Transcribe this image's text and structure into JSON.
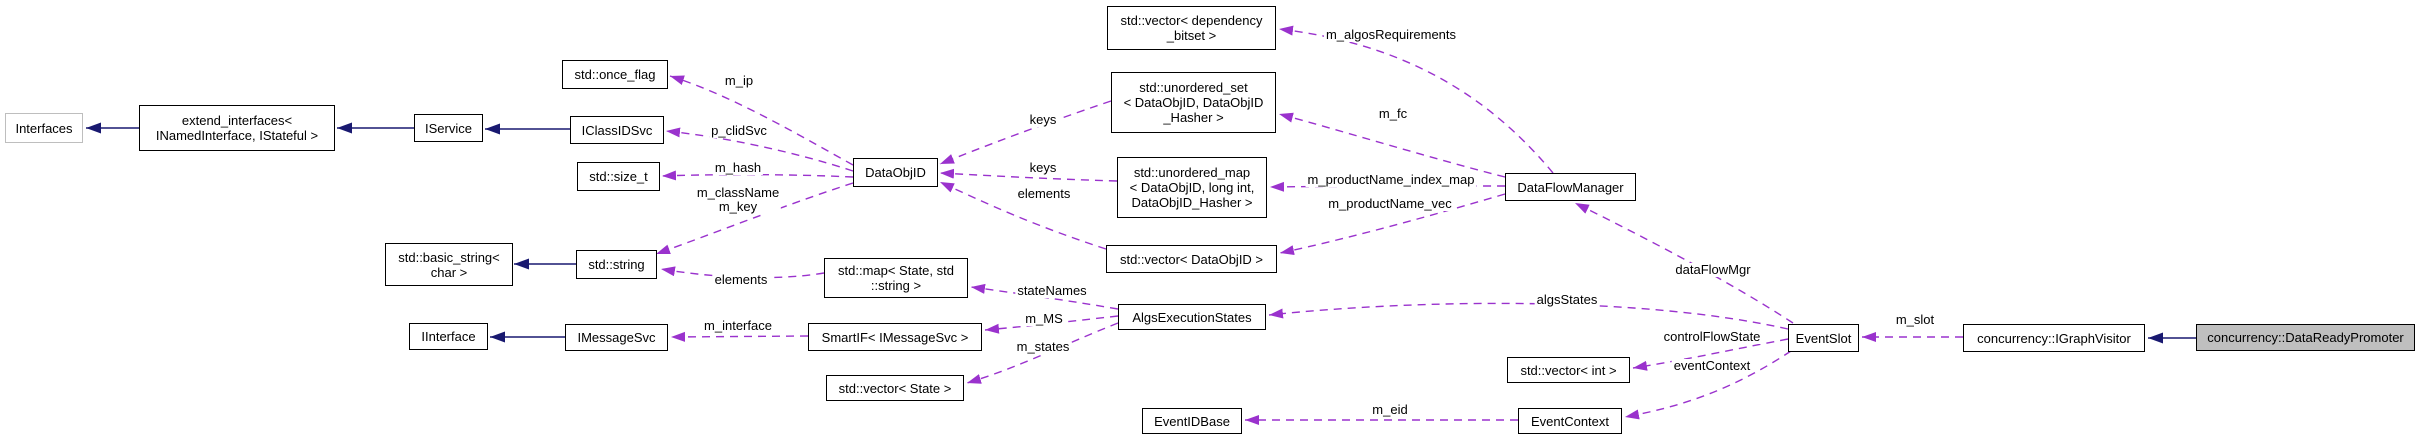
{
  "diagram": {
    "kind": "collaboration-graph",
    "colors": {
      "background": "#ffffff",
      "inheritance": "#191970",
      "usage": "#9a32cd",
      "node_border": "#000000",
      "node_fill": "#ffffff",
      "truncated_border": "#bebebe",
      "highlight_fill": "#bfbfbf",
      "text": "#000000"
    },
    "nodes": [
      {
        "id": "interfaces",
        "label": "Interfaces",
        "type": "truncated"
      },
      {
        "id": "extend-interfaces",
        "label": "extend_interfaces<\nINamedInterface, IStateful >"
      },
      {
        "id": "iservice",
        "label": "IService"
      },
      {
        "id": "std-once-flag",
        "label": "std::once_flag"
      },
      {
        "id": "iclassidsvc",
        "label": "IClassIDSvc"
      },
      {
        "id": "std-size-t",
        "label": "std::size_t"
      },
      {
        "id": "std-basic-string",
        "label": "std::basic_string<\nchar >"
      },
      {
        "id": "std-string",
        "label": "std::string"
      },
      {
        "id": "dataobjid",
        "label": "DataObjID"
      },
      {
        "id": "std-map-state",
        "label": "std::map< State, std\n::string >"
      },
      {
        "id": "std-vector-dependency-bitset",
        "label": "std::vector< dependency\n_bitset >"
      },
      {
        "id": "std-unordered-set",
        "label": "std::unordered_set\n< DataObjID, DataObjID\n_Hasher >"
      },
      {
        "id": "std-unordered-map",
        "label": "std::unordered_map\n< DataObjID, long int,\nDataObjID_Hasher >"
      },
      {
        "id": "std-vector-dataobjid",
        "label": "std::vector< DataObjID >"
      },
      {
        "id": "dataflowmanager",
        "label": "DataFlowManager"
      },
      {
        "id": "iinterface",
        "label": "IInterface"
      },
      {
        "id": "imessagesvc",
        "label": "IMessageSvc"
      },
      {
        "id": "smartif-imessagesvc",
        "label": "SmartIF< IMessageSvc >"
      },
      {
        "id": "std-vector-state",
        "label": "std::vector< State >"
      },
      {
        "id": "algsexecutionstates",
        "label": "AlgsExecutionStates"
      },
      {
        "id": "std-vector-int",
        "label": "std::vector< int >"
      },
      {
        "id": "eventslot",
        "label": "EventSlot"
      },
      {
        "id": "concurrency-igraphvisitor",
        "label": "concurrency::IGraphVisitor"
      },
      {
        "id": "concurrency-datareadypromoter",
        "label": "concurrency::DataReadyPromoter",
        "type": "highlight"
      },
      {
        "id": "eventidbase",
        "label": "EventIDBase"
      },
      {
        "id": "eventcontext",
        "label": "EventContext"
      }
    ],
    "edges": [
      {
        "from": "extend-interfaces",
        "to": "interfaces",
        "style": "solid",
        "label": ""
      },
      {
        "from": "iservice",
        "to": "extend-interfaces",
        "style": "solid",
        "label": ""
      },
      {
        "from": "iclassidsvc",
        "to": "iservice",
        "style": "solid",
        "label": ""
      },
      {
        "from": "std-string",
        "to": "std-basic-string",
        "style": "solid",
        "label": ""
      },
      {
        "from": "imessagesvc",
        "to": "iinterface",
        "style": "solid",
        "label": ""
      },
      {
        "from": "concurrency-datareadypromoter",
        "to": "concurrency-igraphvisitor",
        "style": "solid",
        "label": ""
      },
      {
        "from": "dataobjid",
        "to": "std-once-flag",
        "style": "dashed",
        "label": "m_ip"
      },
      {
        "from": "dataobjid",
        "to": "iclassidsvc",
        "style": "dashed",
        "label": "p_clidSvc"
      },
      {
        "from": "dataobjid",
        "to": "std-size-t",
        "style": "dashed",
        "label": "m_hash"
      },
      {
        "from": "dataobjid",
        "to": "std-string",
        "style": "dashed",
        "label": "m_className\nm_key"
      },
      {
        "from": "std-unordered-set",
        "to": "dataobjid",
        "style": "dashed",
        "label": "keys"
      },
      {
        "from": "std-unordered-map",
        "to": "dataobjid",
        "style": "dashed",
        "label": "keys"
      },
      {
        "from": "std-vector-dataobjid",
        "to": "dataobjid",
        "style": "dashed",
        "label": "elements"
      },
      {
        "from": "dataflowmanager",
        "to": "std-vector-dependency-bitset",
        "style": "dashed",
        "label": "m_algosRequirements"
      },
      {
        "from": "dataflowmanager",
        "to": "std-unordered-set",
        "style": "dashed",
        "label": "m_fc"
      },
      {
        "from": "dataflowmanager",
        "to": "std-unordered-map",
        "style": "dashed",
        "label": "m_productName_index_map"
      },
      {
        "from": "dataflowmanager",
        "to": "std-vector-dataobjid",
        "style": "dashed",
        "label": "m_productName_vec"
      },
      {
        "from": "std-map-state",
        "to": "std-string",
        "style": "dashed",
        "label": "elements"
      },
      {
        "from": "algsexecutionstates",
        "to": "std-map-state",
        "style": "dashed",
        "label": "stateNames"
      },
      {
        "from": "algsexecutionstates",
        "to": "smartif-imessagesvc",
        "style": "dashed",
        "label": "m_MS"
      },
      {
        "from": "algsexecutionstates",
        "to": "std-vector-state",
        "style": "dashed",
        "label": "m_states"
      },
      {
        "from": "smartif-imessagesvc",
        "to": "imessagesvc",
        "style": "dashed",
        "label": "m_interface"
      },
      {
        "from": "eventslot",
        "to": "algsexecutionstates",
        "style": "dashed",
        "label": "algsStates"
      },
      {
        "from": "eventslot",
        "to": "dataflowmanager",
        "style": "dashed",
        "label": "dataFlowMgr"
      },
      {
        "from": "eventslot",
        "to": "std-vector-int",
        "style": "dashed",
        "label": "controlFlowState"
      },
      {
        "from": "eventslot",
        "to": "eventcontext",
        "style": "dashed",
        "label": "eventContext"
      },
      {
        "from": "eventcontext",
        "to": "eventidbase",
        "style": "dashed",
        "label": "m_eid"
      },
      {
        "from": "concurrency-igraphvisitor",
        "to": "eventslot",
        "style": "dashed",
        "label": "m_slot"
      }
    ]
  }
}
